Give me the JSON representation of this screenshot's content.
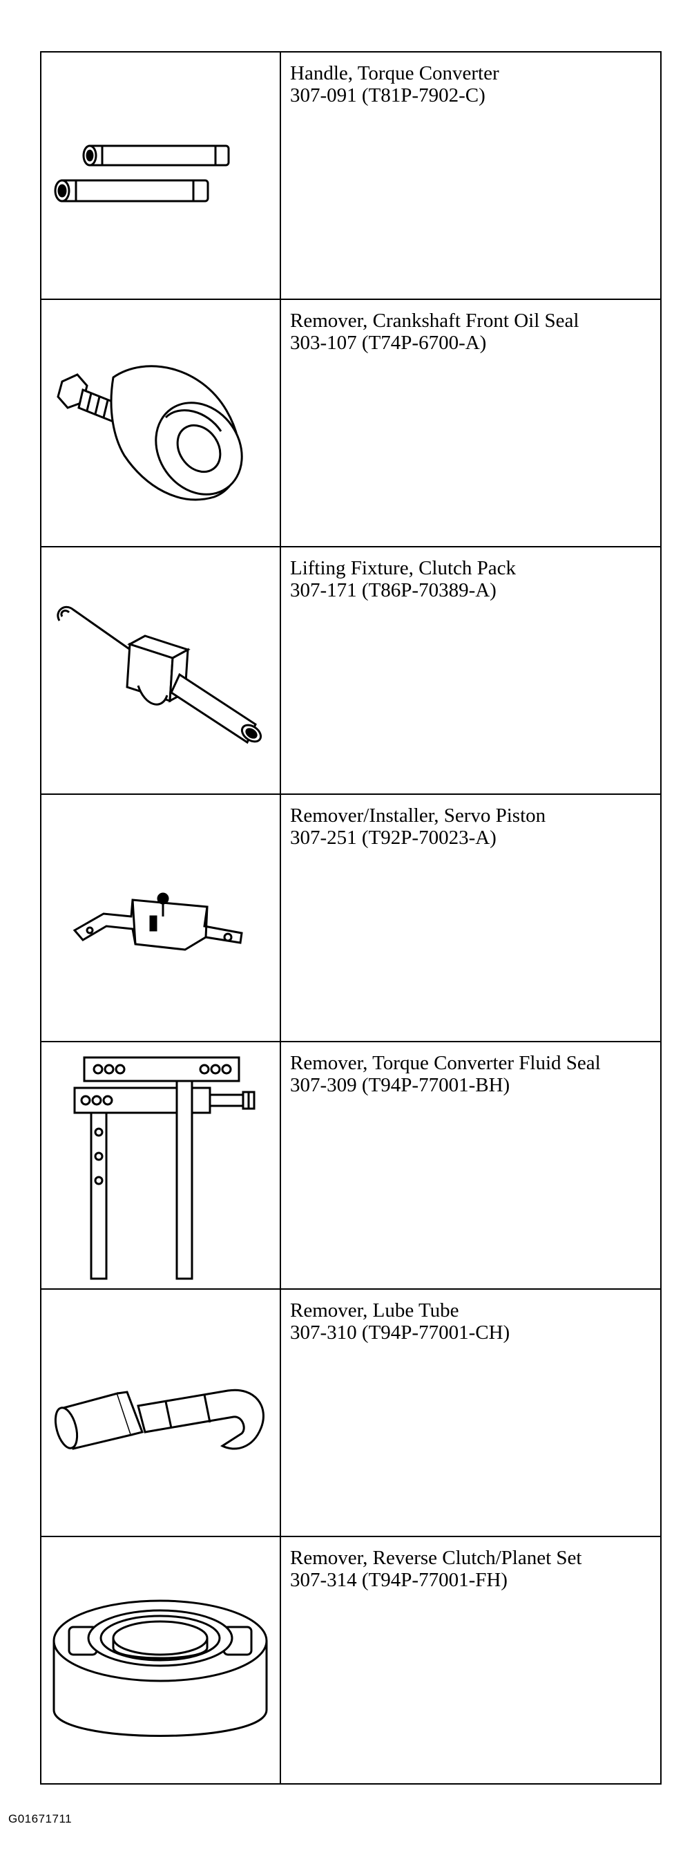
{
  "tools": [
    {
      "icon": "torque-converter-handle",
      "name": "Handle, Torque Converter",
      "number": "307-091 (T81P-7902-C)"
    },
    {
      "icon": "crankshaft-seal-remover",
      "name": "Remover, Crankshaft Front Oil Seal",
      "number": "303-107 (T74P-6700-A)"
    },
    {
      "icon": "clutch-pack-lifting-fixture",
      "name": "Lifting Fixture, Clutch Pack",
      "number": "307-171 (T86P-70389-A)"
    },
    {
      "icon": "servo-piston-tool",
      "name": "Remover/Installer, Servo Piston",
      "number": "307-251 (T92P-70023-A)"
    },
    {
      "icon": "fluid-seal-puller",
      "name": "Remover, Torque Converter Fluid Seal",
      "number": "307-309 (T94P-77001-BH)"
    },
    {
      "icon": "lube-tube-remover",
      "name": "Remover, Lube Tube",
      "number": "307-310 (T94P-77001-CH)"
    },
    {
      "icon": "clutch-planet-remover",
      "name": "Remover, Reverse Clutch/Planet Set",
      "number": "307-314 (T94P-77001-FH)"
    }
  ],
  "figure_id": "G01671711"
}
